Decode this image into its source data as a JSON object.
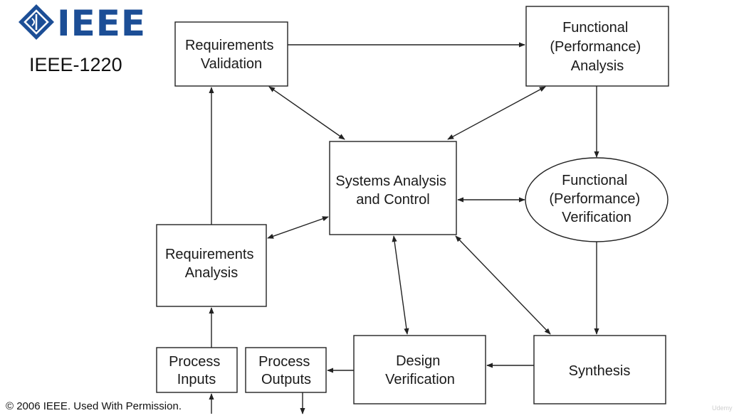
{
  "header": {
    "logo_text": "IEEE",
    "standard": "IEEE-1220"
  },
  "nodes": {
    "req_validation": [
      "Requirements",
      "Validation"
    ],
    "func_analysis": [
      "Functional",
      "(Performance)",
      "Analysis"
    ],
    "sys_analysis": [
      "Systems Analysis",
      "and Control"
    ],
    "func_verification": [
      "Functional",
      "(Performance)",
      "Verification"
    ],
    "req_analysis": [
      "Requirements",
      "Analysis"
    ],
    "process_inputs": [
      "Process",
      "Inputs"
    ],
    "process_outputs": [
      "Process",
      "Outputs"
    ],
    "design_verification": [
      "Design",
      "Verification"
    ],
    "synthesis": [
      "Synthesis"
    ]
  },
  "footer": {
    "copyright": "© 2006 IEEE. Used With Permission.",
    "watermark": "Udemy"
  },
  "colors": {
    "logo": "#1c4e96",
    "stroke": "#222222",
    "text": "#1a1a1a"
  }
}
